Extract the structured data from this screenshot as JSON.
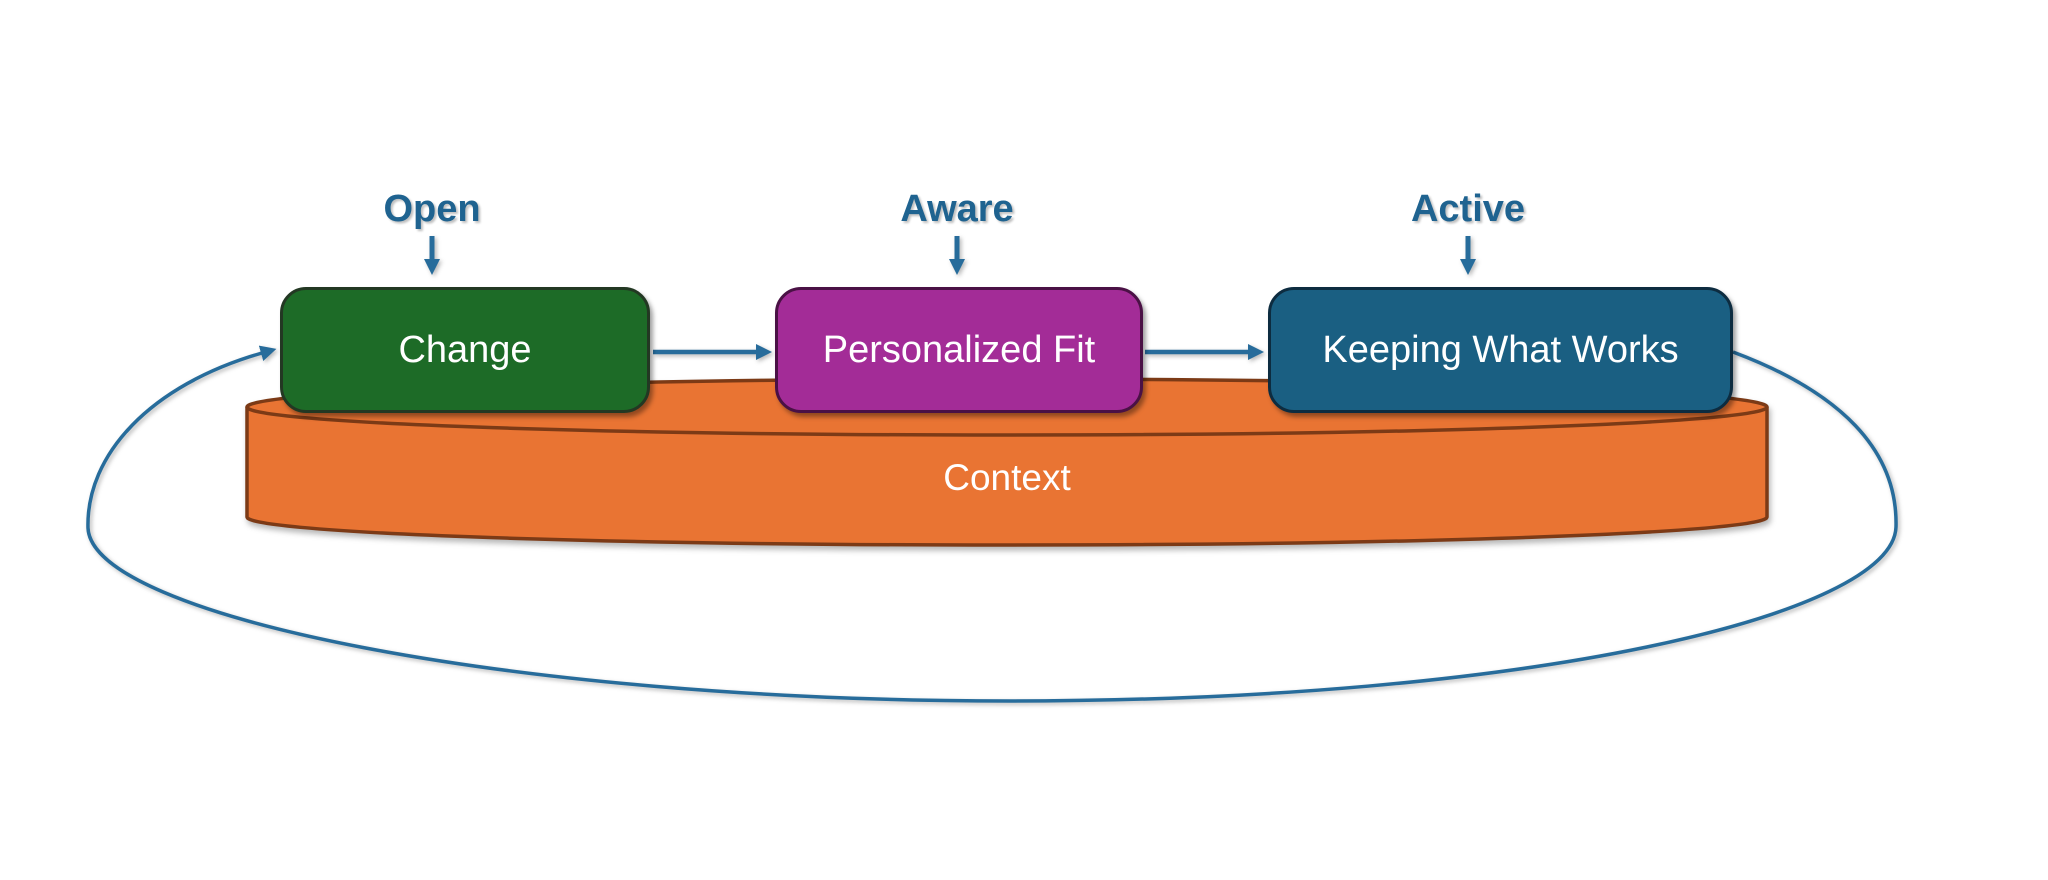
{
  "diagram": {
    "stages": [
      {
        "label": "Open",
        "box": "Change",
        "box_fill": "#1D6B27",
        "box_border": "#233823"
      },
      {
        "label": "Aware",
        "box": "Personalized Fit",
        "box_fill": "#A32C97",
        "box_border": "#4A1145"
      },
      {
        "label": "Active",
        "box": "Keeping What Works",
        "box_fill": "#1A5F82",
        "box_border": "#0D2C40"
      }
    ],
    "base": {
      "label": "Context",
      "fill": "#E97433",
      "border": "#7C3A16"
    },
    "colors": {
      "arrow": "#276C9B",
      "stage_label_text": "#1F6390",
      "box_text": "#FFFFFF",
      "background": "#FFFFFF"
    }
  }
}
